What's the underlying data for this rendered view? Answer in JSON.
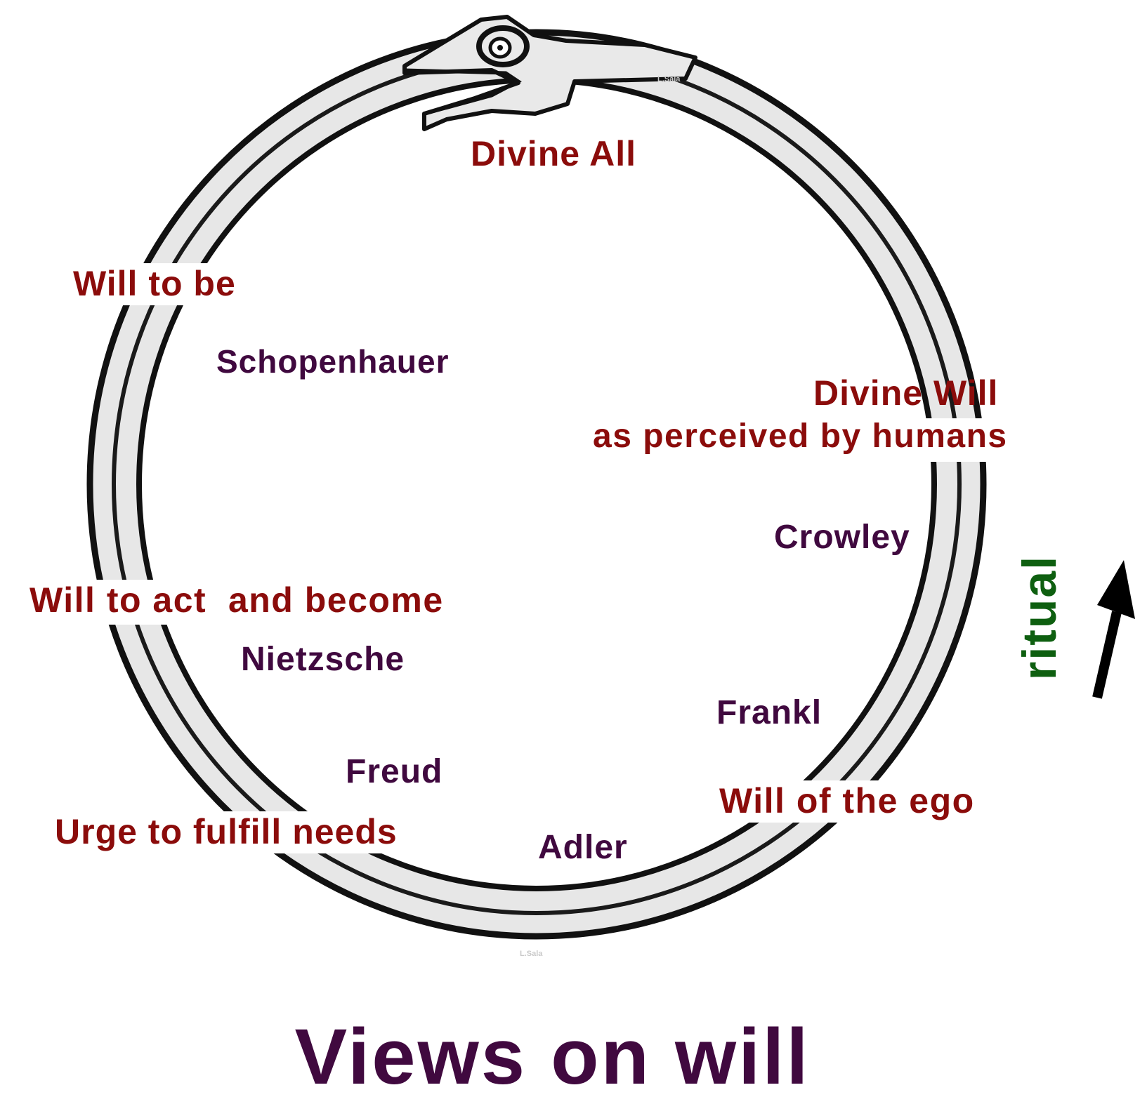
{
  "diagram": {
    "title": "Views on will",
    "center_label": "Divine All",
    "stages": [
      {
        "label": "Will to be",
        "thinker": "Schopenhauer"
      },
      {
        "label": "Will to act  and become",
        "thinker": "Nietzsche"
      },
      {
        "label": "Urge to fulfill needs",
        "thinker": "Freud"
      },
      {
        "label": "Will of the ego",
        "thinker": "Adler"
      },
      {
        "label": "Divine Will",
        "label_line2": "as perceived by humans",
        "thinker": "Crowley"
      }
    ],
    "extra_thinker": "Frankl",
    "direction_label": "ritual",
    "watermark": "L.Sala",
    "colors": {
      "label": "#8b0c0b",
      "thinker": "#40093f",
      "ritual": "#0e5f10",
      "serpent_outline": "#111111",
      "serpent_body": "#e7e7e7"
    },
    "icons": {
      "serpent": "ouroboros-serpent-icon",
      "arrow": "up-arrow-icon"
    }
  }
}
